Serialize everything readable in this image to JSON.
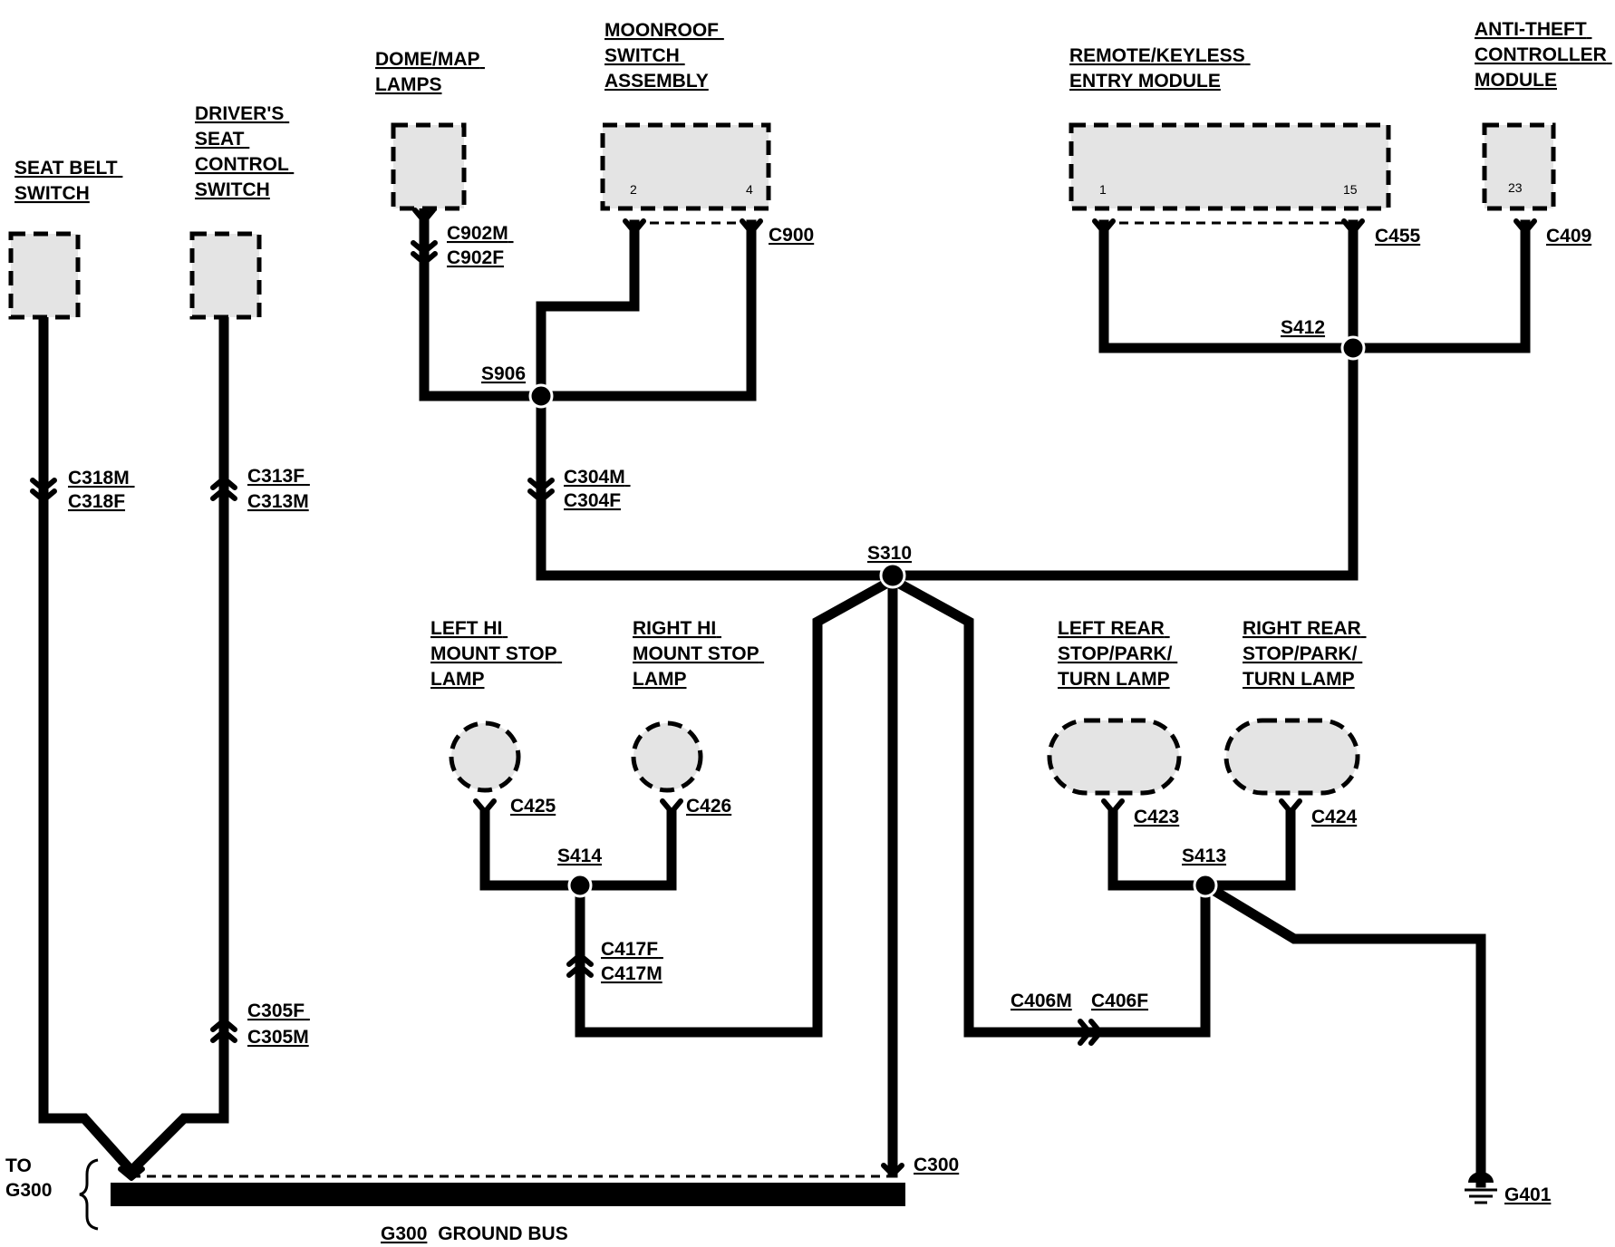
{
  "components": {
    "seat_belt_switch": [
      "SEAT BELT",
      "SWITCH"
    ],
    "drivers_seat_control": [
      "DRIVER'S",
      "SEAT",
      "CONTROL",
      "SWITCH"
    ],
    "dome_map_lamps": [
      "DOME/MAP",
      "LAMPS"
    ],
    "moonroof_switch": [
      "MOONROOF",
      "SWITCH",
      "ASSEMBLY"
    ],
    "remote_keyless": [
      "REMOTE/KEYLESS",
      "ENTRY MODULE"
    ],
    "anti_theft": [
      "ANTI-THEFT",
      "CONTROLLER",
      "MODULE"
    ],
    "left_hi_mount": [
      "LEFT HI",
      "MOUNT STOP",
      "LAMP"
    ],
    "right_hi_mount": [
      "RIGHT HI",
      "MOUNT STOP",
      "LAMP"
    ],
    "left_rear": [
      "LEFT REAR",
      "STOP/PARK/",
      "TURN LAMP"
    ],
    "right_rear": [
      "RIGHT REAR",
      "STOP/PARK/",
      "TURN LAMP"
    ]
  },
  "pins": {
    "moonroof_a": "2",
    "moonroof_b": "4",
    "keyless_a": "1",
    "keyless_b": "15",
    "antitheft": "23"
  },
  "connectors": {
    "c318": [
      "C318M",
      "C318F"
    ],
    "c313": [
      "C313F",
      "C313M"
    ],
    "c305": [
      "C305F",
      "C305M"
    ],
    "c902": [
      "C902M",
      "C902F"
    ],
    "c900": "C900",
    "c304": [
      "C304M",
      "C304F"
    ],
    "c455": "C455",
    "c409": "C409",
    "c425": "C425",
    "c426": "C426",
    "c423": "C423",
    "c424": "C424",
    "c417": [
      "C417F",
      "C417M"
    ],
    "c406m": "C406M",
    "c406f": "C406F",
    "c300": "C300"
  },
  "splices": {
    "s906": "S906",
    "s412": "S412",
    "s310": "S310",
    "s414": "S414",
    "s413": "S413"
  },
  "ground": {
    "to_g300": [
      "TO",
      "G300"
    ],
    "g401": "G401",
    "bus_label_id": "G300",
    "bus_label_text": "GROUND BUS"
  }
}
